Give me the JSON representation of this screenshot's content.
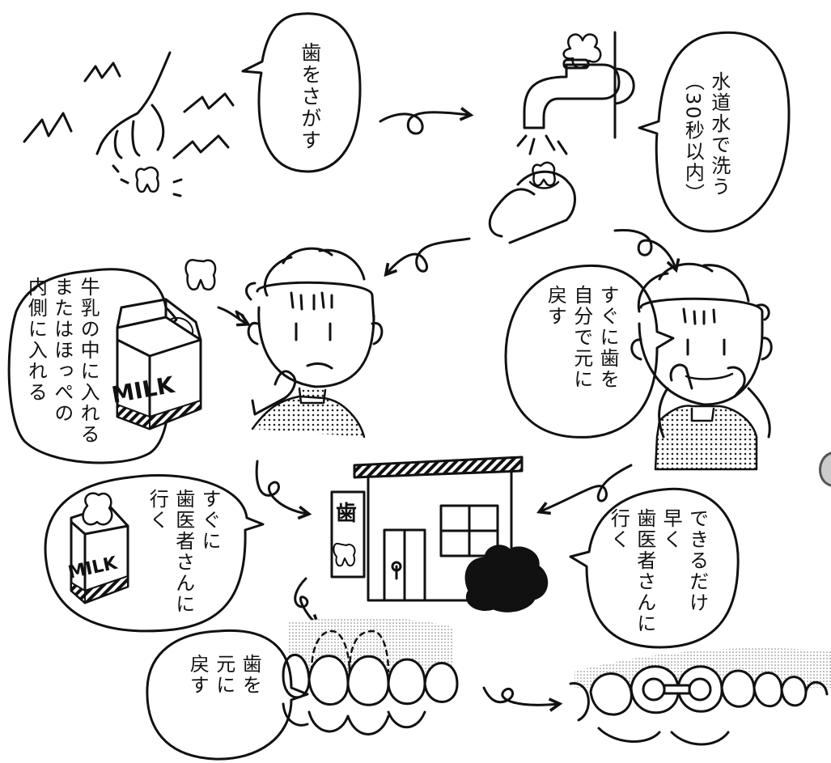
{
  "steps": {
    "search": {
      "lines": [
        "歯をさがす"
      ]
    },
    "wash": {
      "lines": [
        "水道水で洗う",
        "（30秒以内）"
      ]
    },
    "milk": {
      "lines": [
        "牛乳の中に入れる",
        "またはほっぺの",
        "内側に入れる"
      ]
    },
    "selfput": {
      "lines": [
        "すぐに歯を",
        "自分で元に",
        "戻す"
      ]
    },
    "gonow": {
      "lines": [
        "すぐに",
        "歯医者さんに",
        "行く"
      ]
    },
    "asap": {
      "lines": [
        "できるだけ",
        "早く",
        "歯医者さんに",
        "行く"
      ]
    },
    "replace": {
      "lines": [
        "歯を",
        "元に",
        "戻す"
      ]
    }
  },
  "carton_text": "MILK",
  "clinic_sign": "歯"
}
